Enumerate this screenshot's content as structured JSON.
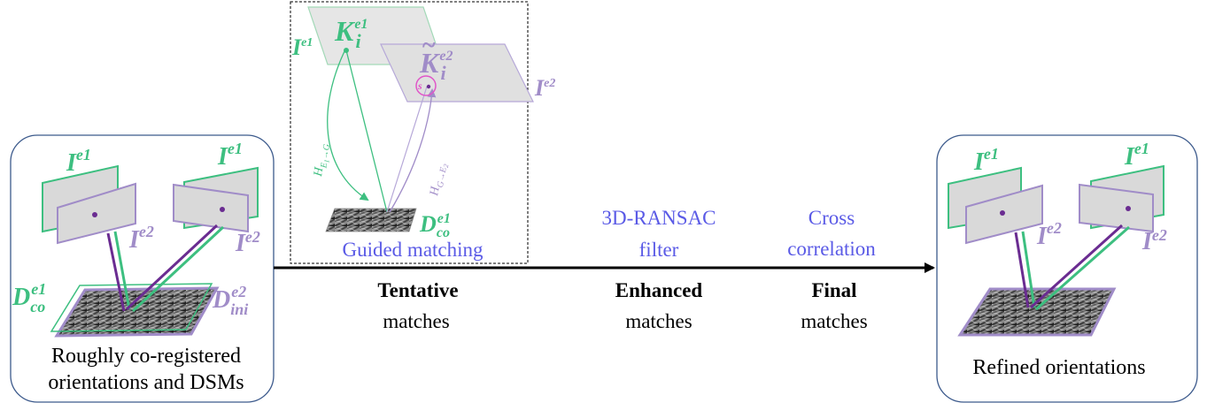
{
  "colors": {
    "green": "#3dbf80",
    "purple": "#a08cc8",
    "dark_purple": "#6a2c91",
    "blue_text": "#5a5ae6",
    "magenta": "#e055c8",
    "panel_border": "#3c5a8c",
    "plane_fill": "#d9d9d9",
    "arrow": "#000000"
  },
  "left_panel": {
    "label_ie1_a": "I",
    "label_ie1_a_sup": "e1",
    "label_ie1_b": "I",
    "label_ie1_b_sup": "e1",
    "label_ie2_a": "I",
    "label_ie2_a_sup": "e2",
    "label_ie2_b": "I",
    "label_ie2_b_sup": "e2",
    "dsm_co_main": "D",
    "dsm_co_sup": "e1",
    "dsm_co_sub": "co",
    "dsm_ini_main": "D",
    "dsm_ini_sup": "e2",
    "dsm_ini_sub": "ini",
    "caption_line1": "Roughly co-registered",
    "caption_line2": "orientations and DSMs"
  },
  "inset": {
    "ie1_main": "I",
    "ie1_sup": "e1",
    "ki_main": "K",
    "ki_sub": "i",
    "ki_sup": "e1",
    "kt_main": "K",
    "kt_tilde": "~",
    "kt_sub": "i",
    "kt_sup": "e2",
    "ie2_main": "I",
    "ie2_sup": "e2",
    "s_label": "s",
    "h1_main": "H",
    "h1_sub": "E",
    "h1_sub_idx": "1",
    "h1_arrow": "→G",
    "h2_main": "H",
    "h2_sub": "G→E",
    "h2_sub_idx": "2",
    "dsm_main": "D",
    "dsm_sup": "e1",
    "dsm_sub": "co",
    "caption": "Guided matching"
  },
  "pipeline": {
    "step1_bold": "Tentative",
    "step1_normal": "matches",
    "filter1_line1": "3D-RANSAC",
    "filter1_line2": "filter",
    "step2_bold": "Enhanced",
    "step2_normal": "matches",
    "filter2_line1": "Cross",
    "filter2_line2": "correlation",
    "step3_bold": "Final",
    "step3_normal": "matches"
  },
  "right_panel": {
    "label_ie1_a": "I",
    "label_ie1_a_sup": "e1",
    "label_ie1_b": "I",
    "label_ie1_b_sup": "e1",
    "label_ie2_a": "I",
    "label_ie2_a_sup": "e2",
    "label_ie2_b": "I",
    "label_ie2_b_sup": "e2",
    "caption": "Refined orientations"
  }
}
